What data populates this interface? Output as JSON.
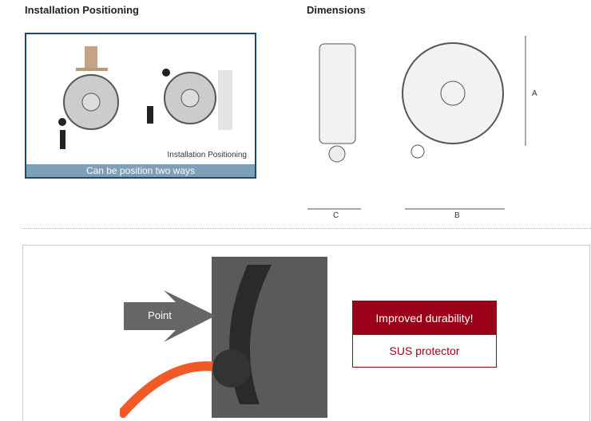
{
  "installation": {
    "heading": "Installation Positioning",
    "image_label": "Installation Positioning",
    "caption": "Can be position two ways"
  },
  "dimensions": {
    "heading": "Dimensions",
    "labels": {
      "a": "A",
      "b": "B",
      "c": "C"
    }
  },
  "feature": {
    "arrow_label": "Point",
    "title": "Improved durability!",
    "subtitle": "SUS protector",
    "colors": {
      "accent": "#9a0018",
      "arrow": "#666666",
      "hose": "#f05a28"
    }
  }
}
